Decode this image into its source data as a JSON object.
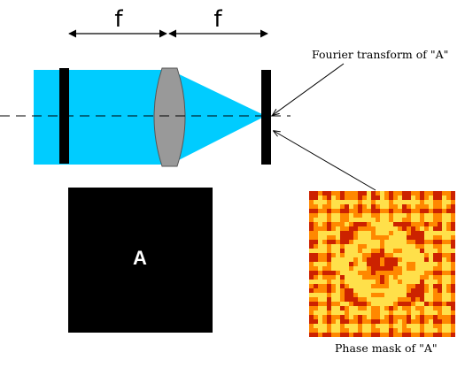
{
  "labels": {
    "focal_1": "f",
    "focal_2": "f",
    "fourier_caption": "Fourier transform of \"A\"",
    "phase_caption": "Phase mask of \"A\"",
    "object_letter": "A"
  },
  "colors": {
    "beam": "#00ccff",
    "lens": "#999999",
    "ink": "#000000",
    "object_bg": "#000000",
    "object_text": "#ffffff",
    "mask_dark": "#cc2200",
    "mask_mid": "#ff8800",
    "mask_light": "#ffe04a"
  },
  "icons": {
    "lens": "biconvex-lens-icon",
    "object_plane": "object-plane-icon",
    "fourier_plane": "fourier-plane-icon"
  }
}
